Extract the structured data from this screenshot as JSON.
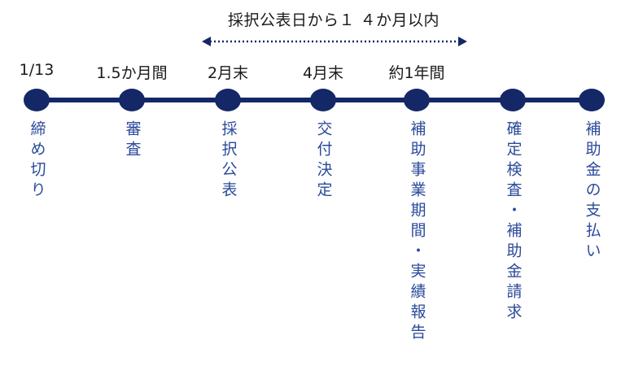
{
  "span": {
    "label": "採択公表日から１ ４か月以内"
  },
  "milestones": [
    {
      "date": "1/13",
      "label": "締め切り"
    },
    {
      "date": "1.5か月間",
      "label": "審査"
    },
    {
      "date": "2月末",
      "label": "採択公表"
    },
    {
      "date": "4月末",
      "label": "交付決定"
    },
    {
      "date": "約1年間",
      "label": "補助事業期間・実績報告"
    },
    {
      "date": "",
      "label": "確定検査・補助金請求"
    },
    {
      "date": "",
      "label": "補助金の支払い"
    }
  ],
  "colors": {
    "line": "#142868",
    "dot": "#142868",
    "milestone_text": "#2b4a9a",
    "arrow": "#142868"
  }
}
